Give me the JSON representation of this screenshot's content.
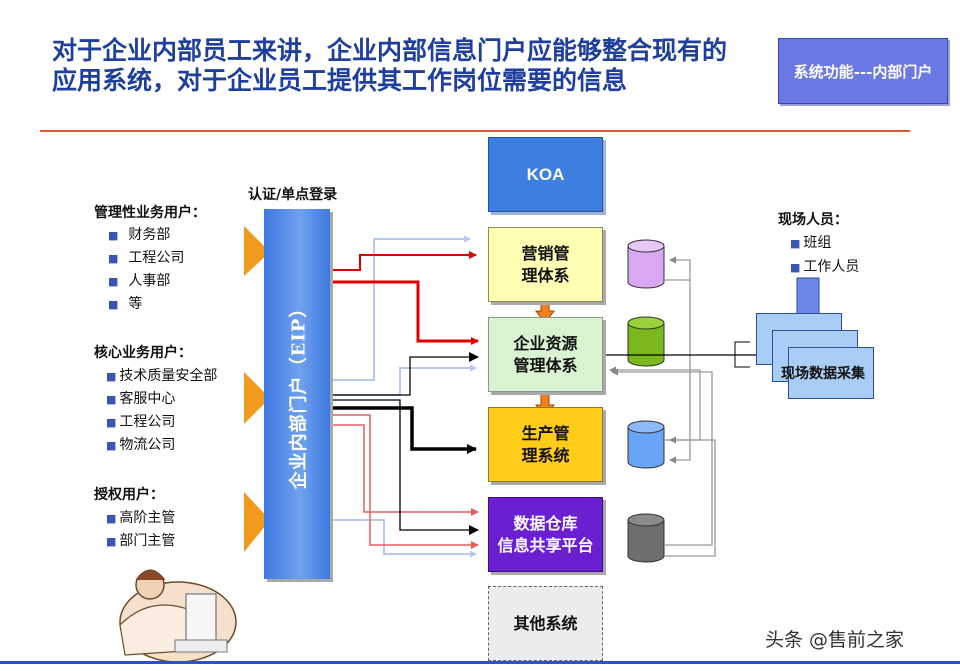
{
  "title": {
    "line1": "对于企业内部员工来讲，企业内部信息门户应能够整合现有的",
    "line2": "应用系统，对于企业员工提供其工作岗位需要的信息"
  },
  "tag": "系统功能---内部门户",
  "auth_label": "认证/单点登录",
  "eip_label": "企业内部门户（EIP）",
  "user_groups": [
    {
      "title": "管理性业务用户：",
      "items": [
        "财务部",
        "工程公司",
        "人事部",
        "等"
      ]
    },
    {
      "title": "核心业务用户：",
      "items": [
        "技术质量安全部",
        "客服中心",
        "工程公司",
        "物流公司"
      ]
    },
    {
      "title": "授权用户：",
      "items": [
        "高阶主管",
        "部门主管"
      ]
    }
  ],
  "systems": {
    "koa": "KOA",
    "marketing": [
      "营销管",
      "理体系"
    ],
    "erp": [
      "企业资源",
      "管理体系"
    ],
    "production": [
      "生产管",
      "理系统"
    ],
    "warehouse": [
      "数据仓库",
      "信息共享平台"
    ],
    "other": "其他系统"
  },
  "field_staff": {
    "title": "现场人员：",
    "items": [
      "班组",
      "工作人员"
    ]
  },
  "data_collection": "现场数据采集",
  "watermark": "头条 @售前之家",
  "colors": {
    "title": "#1f3f9e",
    "divider": "#e05a3a",
    "eip": "#4a86e8",
    "koa": "#3c7fe0",
    "marketing": "#ffffb3",
    "erp": "#d9f2d2",
    "production": "#ffcc1a",
    "warehouse": "#6a1fd0",
    "arrow_red": "#e00000",
    "arrow_black": "#000000",
    "connector_orange": "#f08020"
  }
}
